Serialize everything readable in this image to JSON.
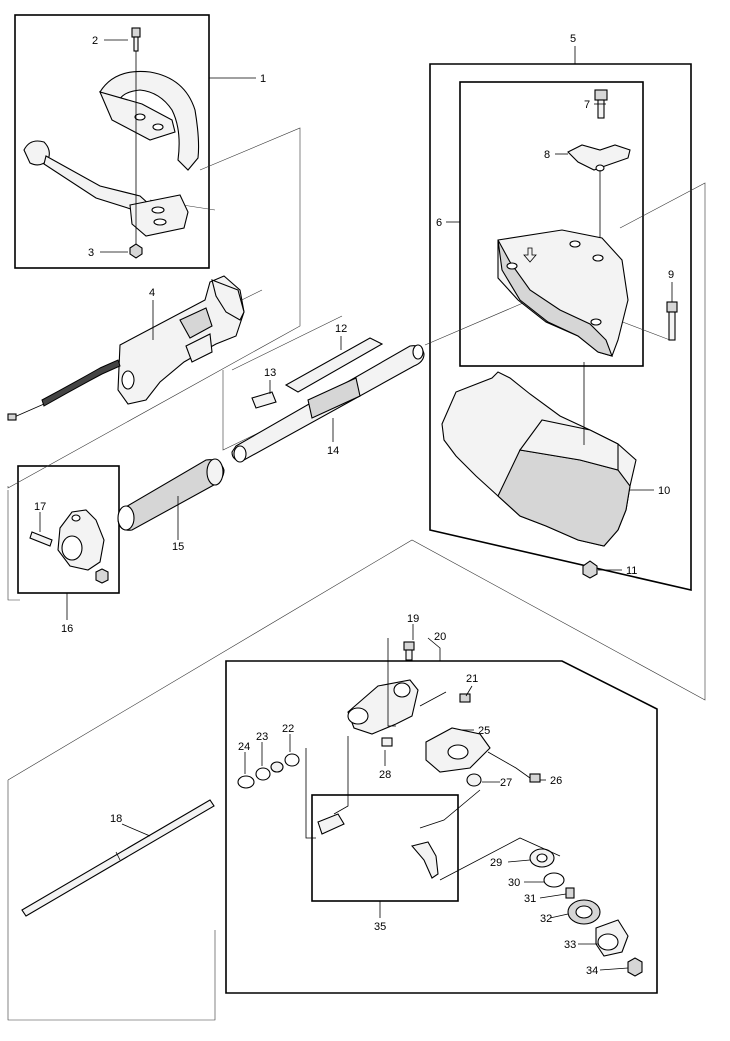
{
  "diagram": {
    "callouts": [
      {
        "id": "1",
        "text": "1"
      },
      {
        "id": "2",
        "text": "2"
      },
      {
        "id": "3",
        "text": "3"
      },
      {
        "id": "4",
        "text": "4"
      },
      {
        "id": "5",
        "text": "5"
      },
      {
        "id": "6",
        "text": "6"
      },
      {
        "id": "7",
        "text": "7"
      },
      {
        "id": "8",
        "text": "8"
      },
      {
        "id": "9",
        "text": "9"
      },
      {
        "id": "10",
        "text": "10"
      },
      {
        "id": "11",
        "text": "11"
      },
      {
        "id": "12",
        "text": "12"
      },
      {
        "id": "13",
        "text": "13"
      },
      {
        "id": "14",
        "text": "14"
      },
      {
        "id": "15",
        "text": "15"
      },
      {
        "id": "16",
        "text": "16"
      },
      {
        "id": "17",
        "text": "17"
      },
      {
        "id": "18",
        "text": "18"
      },
      {
        "id": "19",
        "text": "19"
      },
      {
        "id": "20",
        "text": "20"
      },
      {
        "id": "21",
        "text": "21"
      },
      {
        "id": "22",
        "text": "22"
      },
      {
        "id": "23",
        "text": "23"
      },
      {
        "id": "24",
        "text": "24"
      },
      {
        "id": "25",
        "text": "25"
      },
      {
        "id": "26",
        "text": "26"
      },
      {
        "id": "27",
        "text": "27"
      },
      {
        "id": "28",
        "text": "28"
      },
      {
        "id": "29",
        "text": "29"
      },
      {
        "id": "30",
        "text": "30"
      },
      {
        "id": "31",
        "text": "31"
      },
      {
        "id": "32",
        "text": "32"
      },
      {
        "id": "33",
        "text": "33"
      },
      {
        "id": "34",
        "text": "34"
      },
      {
        "id": "35",
        "text": "35"
      }
    ]
  }
}
